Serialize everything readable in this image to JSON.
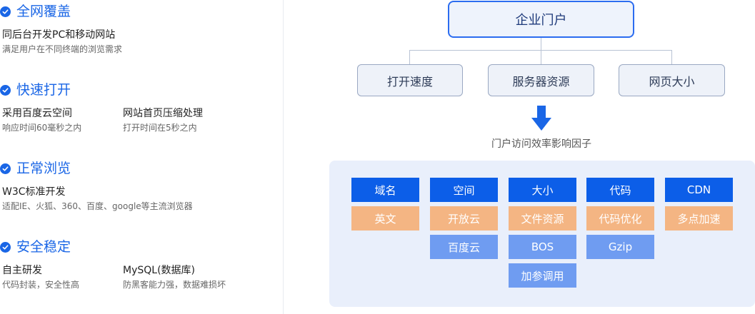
{
  "left_sections": [
    {
      "title": "全网覆盖",
      "items": [
        {
          "title": "同后台开发PC和移动网站",
          "desc": "满足用户在不同终端的浏览需求"
        }
      ]
    },
    {
      "title": "快速打开",
      "items": [
        {
          "title": "采用百度云空间",
          "desc": "响应时间60毫秒之内"
        },
        {
          "title": "网站首页压缩处理",
          "desc": "打开时间在5秒之内"
        }
      ]
    },
    {
      "title": "正常浏览",
      "items": [
        {
          "title": "W3C标准开发",
          "desc": "适配IE、火狐、360、百度、google等主流浏览器"
        }
      ]
    },
    {
      "title": "安全稳定",
      "items": [
        {
          "title": "自主研发",
          "desc": "代码封装，安全性高"
        },
        {
          "title": "MySQL(数据库)",
          "desc": "防黑客能力强，数据难损坏"
        }
      ]
    }
  ],
  "diagram": {
    "root": "企业门户",
    "children": [
      "打开速度",
      "服务器资源",
      "网页大小"
    ],
    "factor_label": "门户访问效率影响因子",
    "columns": [
      {
        "head": "域名",
        "cells": [
          {
            "text": "英文",
            "tone": "orange"
          }
        ]
      },
      {
        "head": "空间",
        "cells": [
          {
            "text": "开放云",
            "tone": "orange"
          },
          {
            "text": "百度云",
            "tone": "blue"
          }
        ]
      },
      {
        "head": "大小",
        "cells": [
          {
            "text": "文件资源",
            "tone": "orange"
          },
          {
            "text": "BOS",
            "tone": "blue"
          },
          {
            "text": "加参调用",
            "tone": "blue"
          }
        ]
      },
      {
        "head": "代码",
        "cells": [
          {
            "text": "代码优化",
            "tone": "orange"
          },
          {
            "text": "Gzip",
            "tone": "blue"
          }
        ]
      },
      {
        "head": "CDN",
        "cells": [
          {
            "text": "多点加速",
            "tone": "orange"
          }
        ]
      }
    ]
  },
  "colors": {
    "accent": "#1a66e6",
    "head_cell": "#0c5ee8",
    "orange_cell": "#f4b583",
    "blue_cell": "#6f9cf1",
    "panel_bg": "#e9effb"
  },
  "icons": {
    "section_marker": "check-circle-icon",
    "flow_arrow": "arrow-down-icon"
  }
}
